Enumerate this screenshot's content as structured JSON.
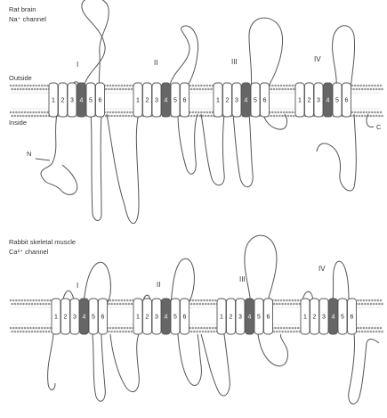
{
  "panels": [
    {
      "id": "na",
      "title_line1": "Rat brain",
      "title_line2": "Na⁺ channel",
      "label_outside": "Outside",
      "label_inside": "Inside",
      "label_n": "N",
      "label_c": "C",
      "domains": [
        {
          "label": "I",
          "segments": [
            "1",
            "2",
            "3",
            "4",
            "5",
            "6"
          ]
        },
        {
          "label": "II",
          "segments": [
            "1",
            "2",
            "3",
            "4",
            "5",
            "6"
          ]
        },
        {
          "label": "III",
          "segments": [
            "1",
            "2",
            "3",
            "4",
            "5",
            "6"
          ]
        },
        {
          "label": "IV",
          "segments": [
            "1",
            "2",
            "3",
            "4",
            "5",
            "6"
          ]
        }
      ]
    },
    {
      "id": "ca",
      "title_line1": "Rabbit skeletal muscle",
      "title_line2": "Ca²⁺ channel",
      "domains": [
        {
          "label": "I",
          "segments": [
            "1",
            "2",
            "3",
            "4",
            "5",
            "6"
          ]
        },
        {
          "label": "II",
          "segments": [
            "1",
            "2",
            "3",
            "4",
            "5",
            "6"
          ]
        },
        {
          "label": "III",
          "segments": [
            "1",
            "2",
            "3",
            "4",
            "5",
            "6"
          ]
        },
        {
          "label": "IV",
          "segments": [
            "1",
            "2",
            "3",
            "4",
            "5",
            "6"
          ]
        }
      ]
    }
  ],
  "colors": {
    "line": "#555555",
    "s4_fill": "#666666",
    "helix_fill": "#ffffff",
    "membrane_dots": "#9a9a9a"
  }
}
